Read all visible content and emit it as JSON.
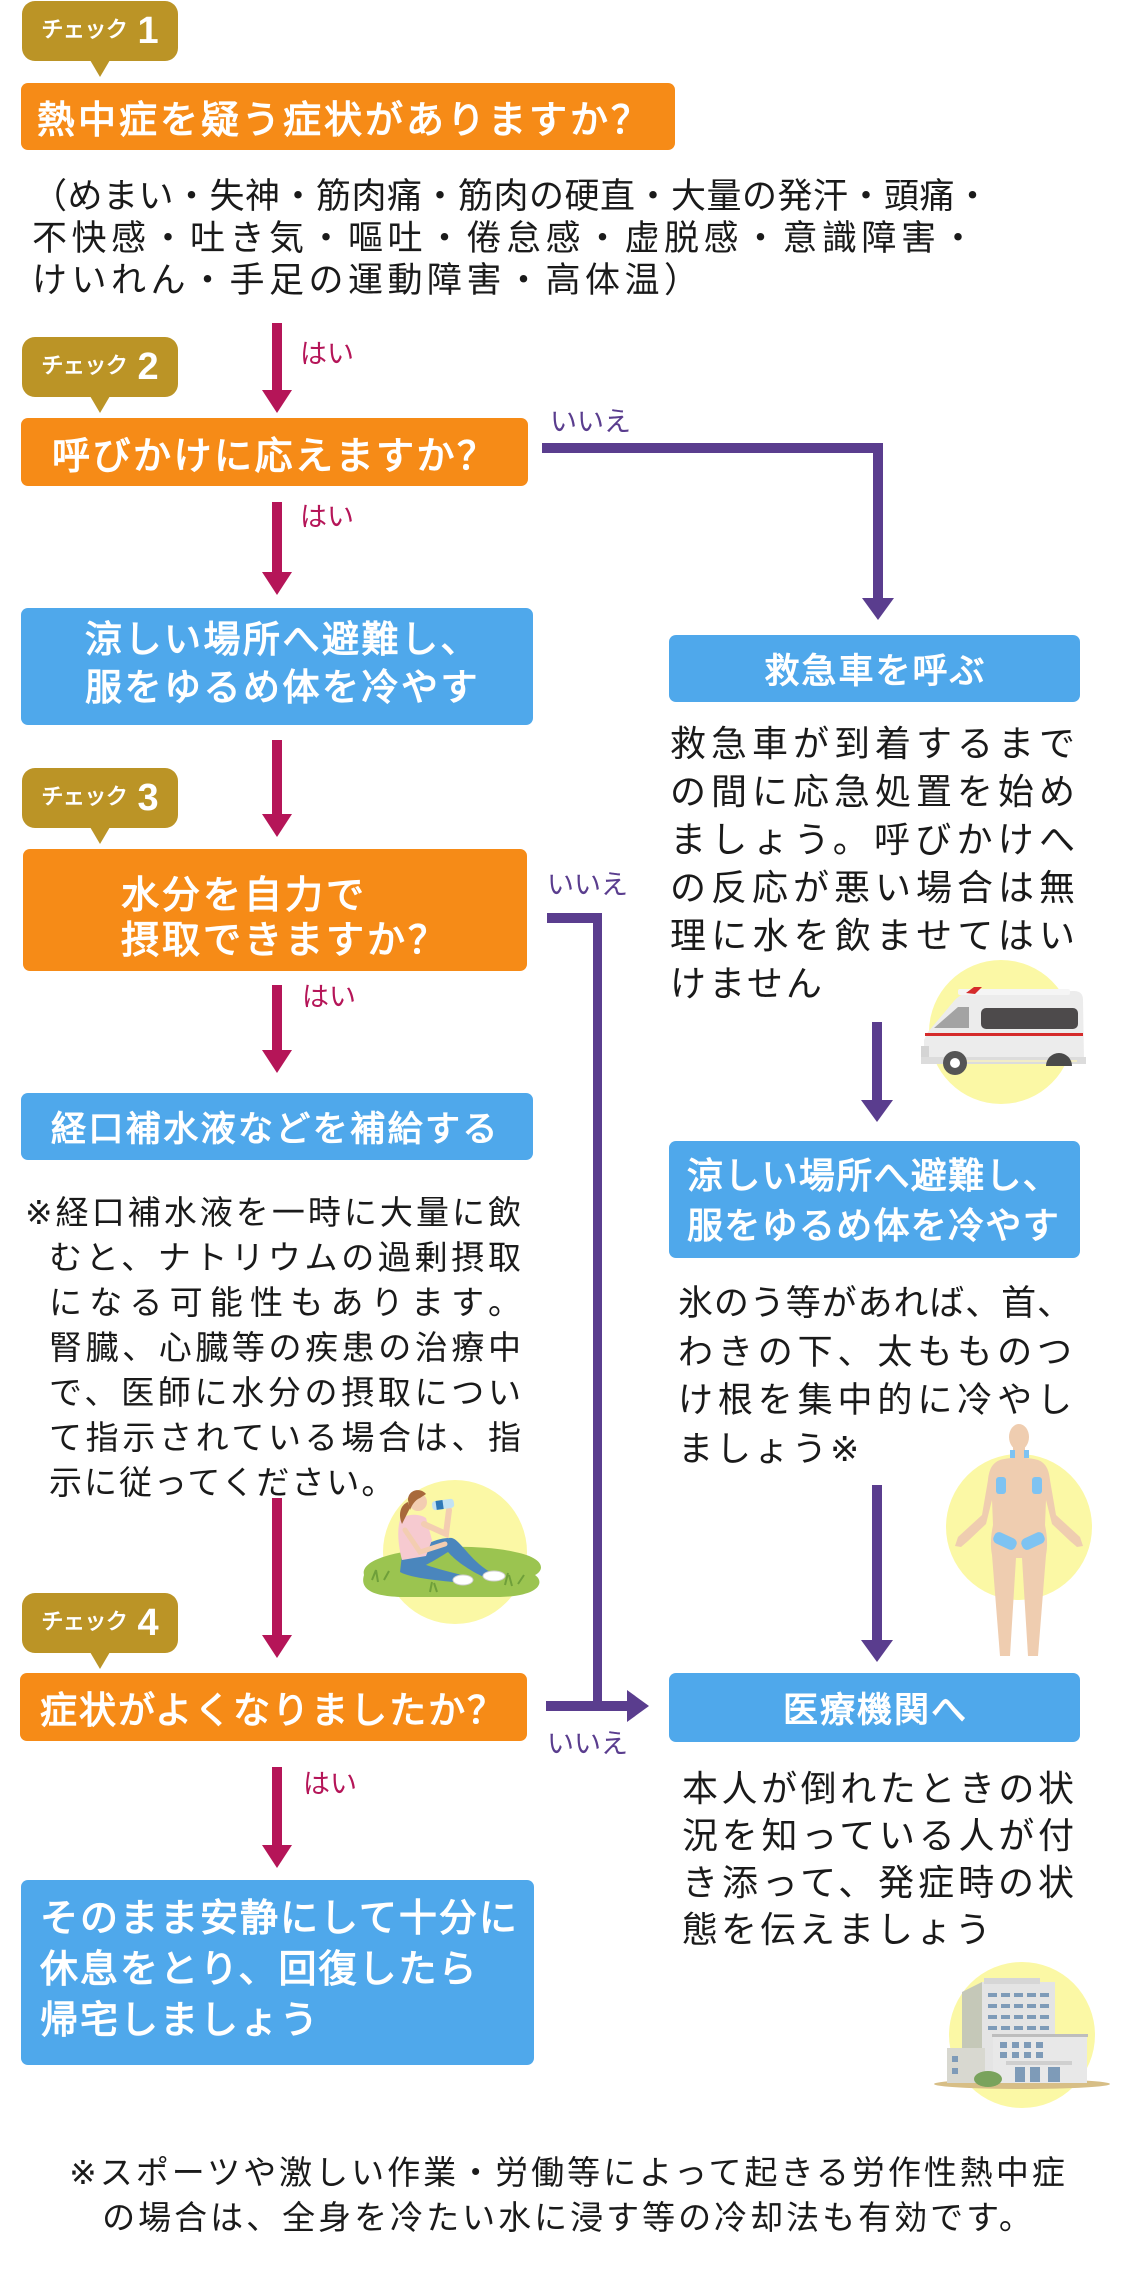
{
  "colors": {
    "question_box": "#f68b17",
    "action_box": "#4fa8eb",
    "check_badge": "#bb9426",
    "yes_arrow": "#b51558",
    "no_arrow": "#5a3d8e",
    "illustration_highlight": "#fbf8a5",
    "text": "#1a1a1a"
  },
  "answers": {
    "yes": "はい",
    "no": "いいえ"
  },
  "check1": {
    "badge": {
      "label": "チェック",
      "number": "1"
    },
    "question": "熱中症を疑う症状がありますか？",
    "symptom_lines": [
      "（めまい・失神・筋肉痛・筋肉の硬直・大量の発汗・頭痛・",
      "不快感・吐き気・嘔吐・倦怠感・虚脱感・意識障害・",
      "けいれん・手足の運動障害・高体温）"
    ]
  },
  "check2": {
    "badge": {
      "label": "チェック",
      "number": "2"
    },
    "question": "呼びかけに応えますか？"
  },
  "check3": {
    "badge": {
      "label": "チェック",
      "number": "3"
    },
    "question_lines": [
      "水分を自力で",
      "摂取できますか？"
    ]
  },
  "check4": {
    "badge": {
      "label": "チェック",
      "number": "4"
    },
    "question": "症状がよくなりましたか？"
  },
  "left_flow": {
    "move_to_cool_place": {
      "lines": [
        "涼しい場所へ避難し、",
        "服をゆるめ体を冷やす"
      ]
    },
    "oral_rehydration": {
      "title": "経口補水液などを補給する",
      "note_lines": [
        "※経口補水液を一時に大量に飲",
        "むと、ナトリウムの過剰摂取",
        "になる可能性もあります。",
        "腎臓、心臓等の疾患の治療中",
        "で、医師に水分の摂取につい",
        "て指示されている場合は、指",
        "示に従ってください。"
      ]
    },
    "rest_and_recover": {
      "lines": [
        "そのまま安静にして十分に",
        "休息をとり、回復したら",
        "帰宅しましょう"
      ]
    }
  },
  "right_flow": {
    "call_ambulance": {
      "title": "救急車を呼ぶ",
      "text_lines": [
        "救急車が到着するまで",
        "の間に応急処置を始め",
        "ましょう。呼びかけへ",
        "の反応が悪い場合は無",
        "理に水を飲ませてはい",
        "けません"
      ]
    },
    "move_to_cool_place": {
      "lines": [
        "涼しい場所へ避難し、",
        "服をゆるめ体を冷やす"
      ],
      "text_lines": [
        "氷のう等があれば、首、",
        "わきの下、太もものつ",
        "け根を集中的に冷やし",
        "ましょう※"
      ]
    },
    "medical_facility": {
      "title": "医療機関へ",
      "text_lines": [
        "本人が倒れたときの状",
        "況を知っている人が付",
        "き添って、発症時の状",
        "態を伝えましょう"
      ]
    }
  },
  "illustrations": {
    "ambulance": "ambulance-illustration",
    "body_cooling": "body-ice-pack-illustration",
    "drinking": "person-drinking-water-illustration",
    "hospital": "hospital-building-illustration"
  },
  "footer_note": {
    "lines": [
      "※スポーツや激しい作業・労働等によって起きる労作性熱中症",
      "の場合は、全身を冷たい水に浸す等の冷却法も有効です。"
    ]
  }
}
